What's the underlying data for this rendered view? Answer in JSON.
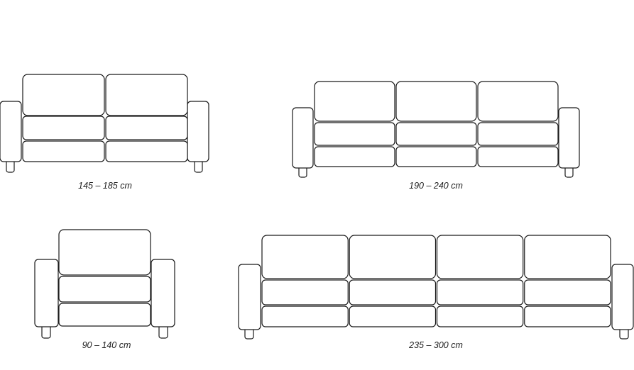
{
  "sofas": [
    {
      "name": "two-seater",
      "seats": 2,
      "label": "145 – 185  cm"
    },
    {
      "name": "three-seater",
      "seats": 3,
      "label": "190 – 240 cm"
    },
    {
      "name": "armchair",
      "seats": 1,
      "label": "90 – 140 cm"
    },
    {
      "name": "four-seater",
      "seats": 4,
      "label": "235 – 300 cm"
    }
  ]
}
